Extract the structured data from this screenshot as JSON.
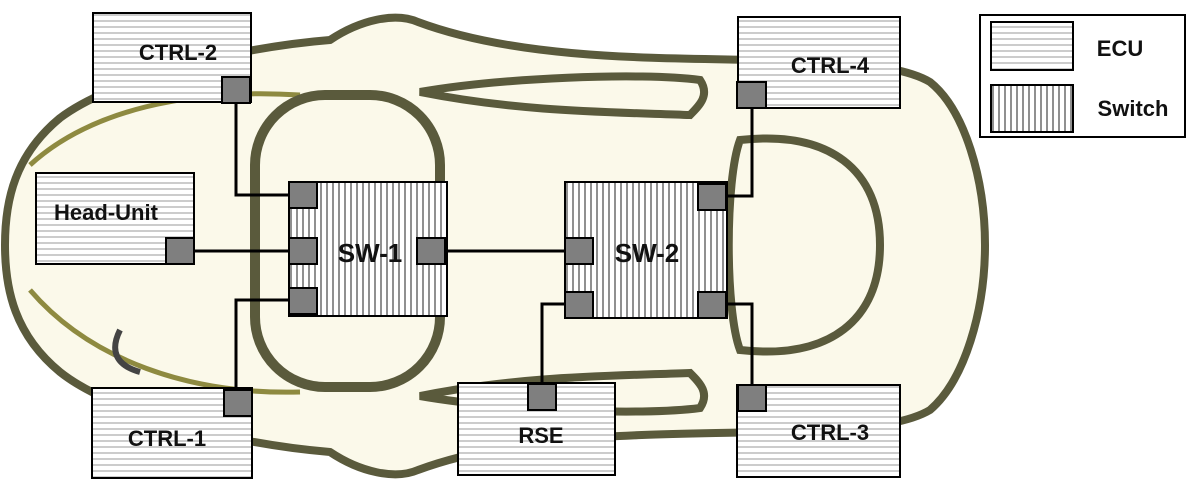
{
  "diagram": {
    "ecus": {
      "ctrl2": "CTRL-2",
      "ctrl4": "CTRL-4",
      "head_unit": "Head-Unit",
      "ctrl1": "CTRL-1",
      "rse": "RSE",
      "ctrl3": "CTRL-3"
    },
    "switches": {
      "sw1": "SW-1",
      "sw2": "SW-2"
    }
  },
  "legend": {
    "ecu_label": "ECU",
    "switch_label": "Switch"
  },
  "colors": {
    "car_body": "#fbf9ea",
    "car_outline": "#5a5a3c",
    "port_fill": "#7f7f7f",
    "wire": "#000000"
  }
}
